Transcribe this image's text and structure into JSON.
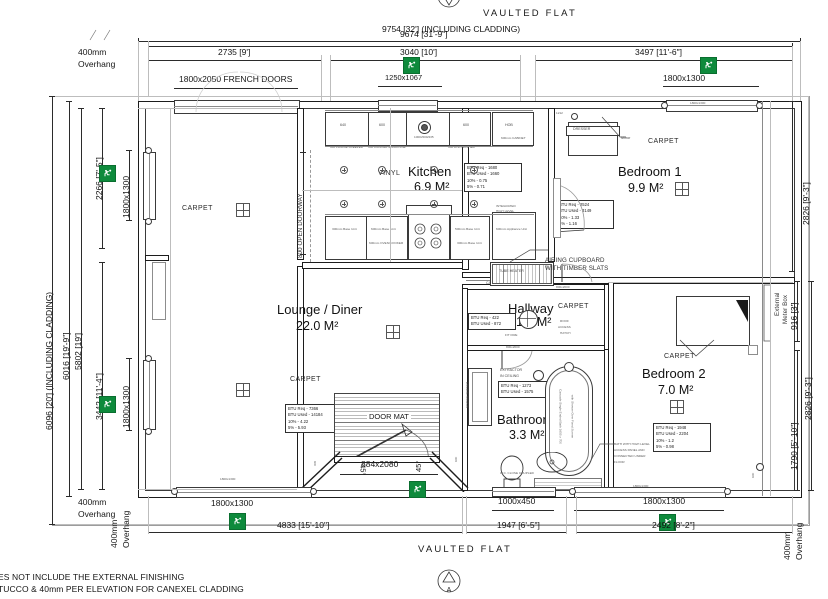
{
  "plan": {
    "title_top": "VAULTED   FLAT",
    "title_bottom": "VAULTED   FLAT"
  },
  "dimensions": {
    "top": {
      "overall_cladding": "9754 [32'] (INCLUDING CLADDING)",
      "overall": "9674 [31'-9\"]",
      "bay1": "2735 [9']",
      "bay2": "3040 [10']",
      "bay3": "3497 [11'-6\"]"
    },
    "left": {
      "overall_cladding": "6096 [20'] (INCLUDING CLADDING)",
      "overall": "6016 [19'-9\"]",
      "inner": "5802 [19']",
      "upper": "2266 [7'-5\"]",
      "lower": "3442 [11'-4\"]"
    },
    "right": {
      "upper": "2826 [9'-3\"]",
      "lower": "2826 [9'-3\"]",
      "meter_gap": "916 [3']",
      "bottom_seg": "1790 [5'-10\"]"
    },
    "bottom": {
      "seg1": "4833 [15'-10\"]",
      "seg2": "1947 [6'-5\"]",
      "seg3": "2492 [8'-2\"]"
    },
    "overhangs": [
      "400mm\nOverhang",
      "400mm\nOverhang",
      "400mm\nOverhang",
      "400mm\nOverhang"
    ],
    "overhang_label_line1": "400mm",
    "overhang_label_line2": "Overhang"
  },
  "openings": {
    "french_doors": "1800x2050 FRENCH DOORS",
    "kitchen_window": "1250x1067",
    "bed1_window": "1800x1300",
    "lounge_window_left_upper": "1800x1300",
    "lounge_window_left_lower": "1800x1300",
    "lounge_window_bottom": "1800x1300",
    "bathroom_window": "1000x450",
    "bed2_window": "1800x1300",
    "front_door": "884x2080",
    "open_doorway": "800 OPEN DOORWAY",
    "angle_left": "45°",
    "angle_right": "45°"
  },
  "rooms": [
    {
      "name": "Kitchen",
      "area": "6.9 M²",
      "floor": "VINYL",
      "btu": {
        "req": "BTU Req - 1680",
        "used": "BTU Used - 1660",
        "p10": "10% - 0.75",
        "p5": "5% - 0.71"
      }
    },
    {
      "name": "Bedroom 1",
      "area": "9.9 M²",
      "floor": "CARPET",
      "btu": {
        "req": "BTU Req - 2524",
        "used": "BTU Used - 3149",
        "p10": "10% - 1.33",
        "p5": "5% - 1.16"
      }
    },
    {
      "name": "Lounge / Diner",
      "area": "22.0 M²",
      "floor": "CARPET",
      "btu": {
        "req": "BTU Req - 7366",
        "used": "BTU Used - 14184",
        "p10": "10% - 4.22",
        "p5": "5% - 5.93"
      }
    },
    {
      "name": "Hallway",
      "area": "1.8 M²",
      "floor": "CARPET",
      "btu": {
        "req": "BTU Req - 422",
        "used": "BTU Used - 872",
        "p10": "",
        "p5": ""
      }
    },
    {
      "name": "Bathroom",
      "area": "3.3 M²",
      "floor": "VINYL",
      "btu": {
        "req": "BTU Req - 1273",
        "used": "BTU Used - 1575",
        "p10": "",
        "p5": ""
      }
    },
    {
      "name": "Bedroom 2",
      "area": "7.0 M²",
      "floor": "CARPET",
      "btu": {
        "req": "BTU Req - 1948",
        "used": "BTU Used - 2204",
        "p10": "10% - 1.2",
        "p5": "5% - 0.98"
      }
    }
  ],
  "annotations": {
    "airing_cupboard_l1": "AIRING CUPBOARD",
    "airing_cupboard_l2": "WITH TIMBER SLATS",
    "tube_heater": "TUBE HEATER",
    "extractor_l1": "EXTRACTOR",
    "extractor_l2": "IN CEILING",
    "roof_access_l1": "ROOF",
    "roof_access_l2": "ACCESS",
    "roof_access_l3": "HATCH",
    "door_mat": "DOOR MAT",
    "dresser": "DRESSER",
    "mirror": "Mirror",
    "external_meter_box_l1": "External",
    "external_meter_box_l2": "Meter Box",
    "bath_label": "Cascade Single Ended Bath 1650 x 700 with Shower Over Fixed Screen",
    "bath_panel_note": "BATH WITH HIGH LEVEL ACCESS PANEL AND CONNECTED UNDER FLOOR",
    "toilet_note": "W.C. CLOSE COUPLED",
    "shaver_note": "SHAVER SOCKET",
    "carpet_labels": [
      "CARPET",
      "CARPET",
      "CARPET",
      "CARPET",
      "CARPET",
      "CARPET"
    ],
    "vinyl_labels": [
      "VINYL",
      "VINYL"
    ],
    "fit_fire": "FIT FIRE",
    "heater_outlet": "HEATER OUTLET"
  },
  "kitchen_units": {
    "top_row": [
      {
        "size": "640",
        "label": "640\nFRIDGE FREEZER"
      },
      {
        "size": "600",
        "label": "600 WASHER &\nMACHINE"
      },
      {
        "size": "",
        "label": "1000x\n500/235\nSINK"
      },
      {
        "size": "600",
        "label": "600 DISHWASHER"
      },
      {
        "size": "HOB",
        "label": "600mm\nCABINET"
      }
    ],
    "bottom_row": [
      {
        "label": "300mm\nBase Unit"
      },
      {
        "label": "600mm\nBase Unit"
      },
      {
        "label": "600mm\nOVEN/Base Unit\nCOOKER"
      },
      {
        "label": "COOKER /\nOVEN"
      },
      {
        "label": "500mm\nBase Unit"
      },
      {
        "label": "300mm\nBase Unit"
      },
      {
        "label": "600mm\nAppliance Unit\nwith Base Drawer"
      }
    ],
    "integrated_hi_l1": "INTEGRATED",
    "integrated_hi_l2": "HIGH LEVEL",
    "integrated_hi_l3": "SINGLE OVEN"
  },
  "footer": {
    "line1": "ES NOT INCLUDE THE EXTERNAL FINISHING",
    "line2": "TUCCO & 40mm PER ELEVATION FOR CANEXEL CLADDING"
  },
  "section_marks": {
    "top": "A",
    "bottom": "A"
  },
  "colors": {
    "exit_green": "#0e8a3c",
    "line": "#2b2b2b",
    "paper": "#ffffff"
  }
}
